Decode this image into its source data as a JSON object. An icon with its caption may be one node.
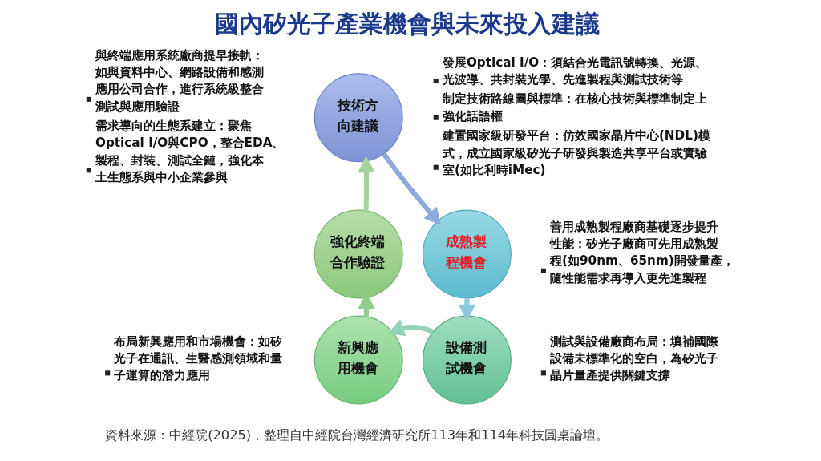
{
  "diagram": {
    "title": "國內矽光子產業機會與未來投入建議",
    "caption": "資料來源：中經院(2025)，整理自中經院台灣經濟研究所113年和114年科技圓桌論壇。",
    "nodes": [
      {
        "text": [
          "技術方向建議"
        ],
        "beside": [
          "發展Optical I/O：須結合光電訊號轉換、光源、光波導、共封裝光學、先進製程與測試技術等",
          "制定技術路線圖與標準：在核心技術與標準制定上強化話語權",
          "建置國家級研發平台：仿效國家晶片中心(NDL)模式，成立國家級矽光子研發與製造共享平台或實驗室(如比利時iMec)"
        ]
      },
      {
        "text": [
          "強化終端合作驗證"
        ],
        "beside": [
          "與終端應用系統廠商提早接軌：如與資料中心、網路設備和感測應用公司合作，進行系統級整合測試與應用驗證",
          "需求導向的生態系建立：聚焦Optical I/O與CPO，整合EDA、製程、封裝、測試全鏈，強化本土生態系與中小企業參與"
        ]
      },
      {
        "text": [
          "成熟製程機會"
        ],
        "beside": [
          "善用成熟製程廠商基礎逐步提升性能：矽光子廠商可先用成熟製程(如90nm、65nm)開發量產，隨性能需求再導入更先進製程"
        ]
      },
      {
        "text": [
          "新興應用機會"
        ],
        "beside": [
          "布局新興應用和市場機會：如矽光子在通訊、生醫感測領域和量子運算的潛力應用"
        ]
      },
      {
        "text": [
          "設備測試機會"
        ],
        "beside": [
          "測試與設備廠商布局：填補國際設備未標準化的空白，為矽光子晶片量產提供關鍵支撐"
        ]
      }
    ],
    "edges": [
      {
        "from": 0,
        "to": 2,
        "arrow": "to",
        "color": "#8fa8de"
      },
      {
        "from": 2,
        "to": 4,
        "arrow": "to",
        "color": "#8ec9dc"
      },
      {
        "from": 4,
        "to": 3,
        "arrow": "to",
        "color": "#93d3b7"
      },
      {
        "from": 3,
        "to": 1,
        "arrow": "to",
        "color": "#8ccf8a"
      },
      {
        "from": 1,
        "to": 0,
        "arrow": "to",
        "color": "#a3d49c"
      }
    ]
  }
}
